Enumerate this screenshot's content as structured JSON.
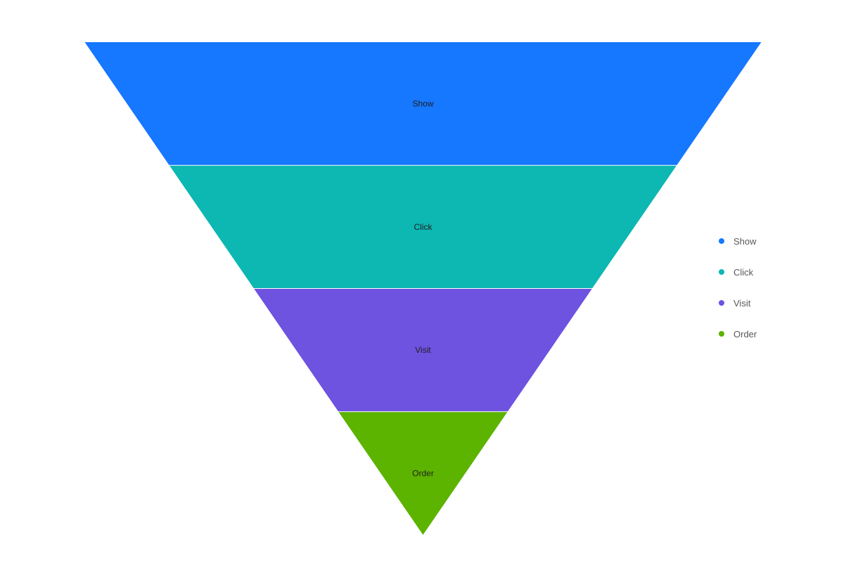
{
  "chart_data": {
    "type": "funnel",
    "categories": [
      "Show",
      "Click",
      "Visit",
      "Order"
    ],
    "series": [
      {
        "label": "Show",
        "color": "#1677FF"
      },
      {
        "label": "Click",
        "color": "#0DB7B2"
      },
      {
        "label": "Visit",
        "color": "#6E52E0"
      },
      {
        "label": "Order",
        "color": "#5CB300"
      }
    ],
    "shape": "inverted-triangle",
    "legend_position": "right"
  },
  "legend": {
    "items": [
      {
        "label": "Show",
        "color": "#1677FF"
      },
      {
        "label": "Click",
        "color": "#0DB7B2"
      },
      {
        "label": "Visit",
        "color": "#6E52E0"
      },
      {
        "label": "Order",
        "color": "#5CB300"
      }
    ]
  }
}
